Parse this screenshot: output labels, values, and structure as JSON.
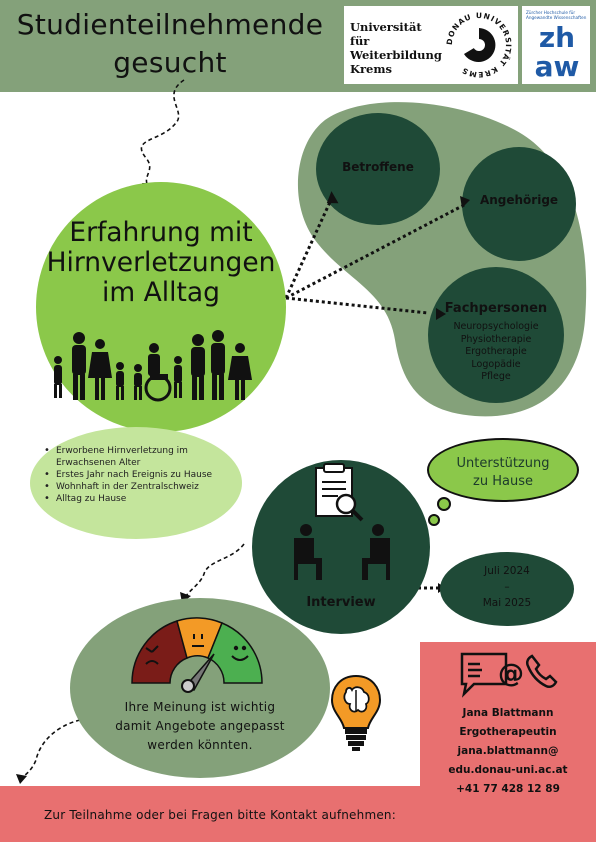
{
  "header": {
    "title_line1": "Studienteilnehmende",
    "title_line2": "gesucht",
    "uwk_line1": "Universität für",
    "uwk_line2": "Weiterbildung",
    "uwk_line3": "Krems",
    "seal_text": "DONAU UNIVERSITÄT KREMS",
    "zhaw_small": "Zürcher Hochschule für Angewandte Wissenschaften",
    "zhaw_word_top": "zh",
    "zhaw_word_bottom": "aw"
  },
  "main": {
    "title_line1": "Erfahrung mit",
    "title_line2": "Hirnverletzungen",
    "title_line3": "im Alltag"
  },
  "groups": {
    "betroffene": "Betroffene",
    "angehoerige": "Angehörige",
    "fachpersonen": "Fachpersonen",
    "fach_items": [
      "Neuropsychologie",
      "Physiotherapie",
      "Ergotherapie",
      "Logopädie",
      "Pflege"
    ]
  },
  "criteria": [
    "Erworbene Hirnverletzung im Erwachsenen Alter",
    "Erstes Jahr nach Ereignis zu Hause",
    "Wohnhaft in der Zentralschweiz",
    "Alltag zu Hause"
  ],
  "interview": {
    "label": "Interview"
  },
  "support": {
    "line1": "Unterstützung",
    "line2": "zu Hause"
  },
  "dates": {
    "start": "Juli 2024",
    "dash": "–",
    "end": "Mai 2025"
  },
  "opinion": {
    "line1": "Ihre Meinung ist wichtig",
    "line2": "damit Angebote angepasst",
    "line3": "werden könnten."
  },
  "contact": {
    "name": "Jana Blattmann",
    "role": "Ergotherapeutin",
    "email_line1": "jana.blattmann@",
    "email_line2": "edu.donau-uni.ac.at",
    "phone": "+41 77 428 12 89"
  },
  "footer": {
    "text": "Zur Teilnahme oder bei Fragen bitte Kontakt aufnehmen:"
  },
  "colors": {
    "dark_green": "#1f4a37",
    "sage": "#84a17a",
    "lime": "#8bc84a",
    "light_lime": "#c4e59c",
    "coral": "#e87070",
    "gauge_red": "#7a1c18",
    "gauge_orange": "#f39a26",
    "gauge_green": "#4caf50"
  },
  "icons": [
    "family-silhouette-icon",
    "document-magnifier-icon",
    "people-talking-icon",
    "feedback-gauge-icon",
    "brain-lightbulb-icon",
    "email-phone-icon"
  ]
}
